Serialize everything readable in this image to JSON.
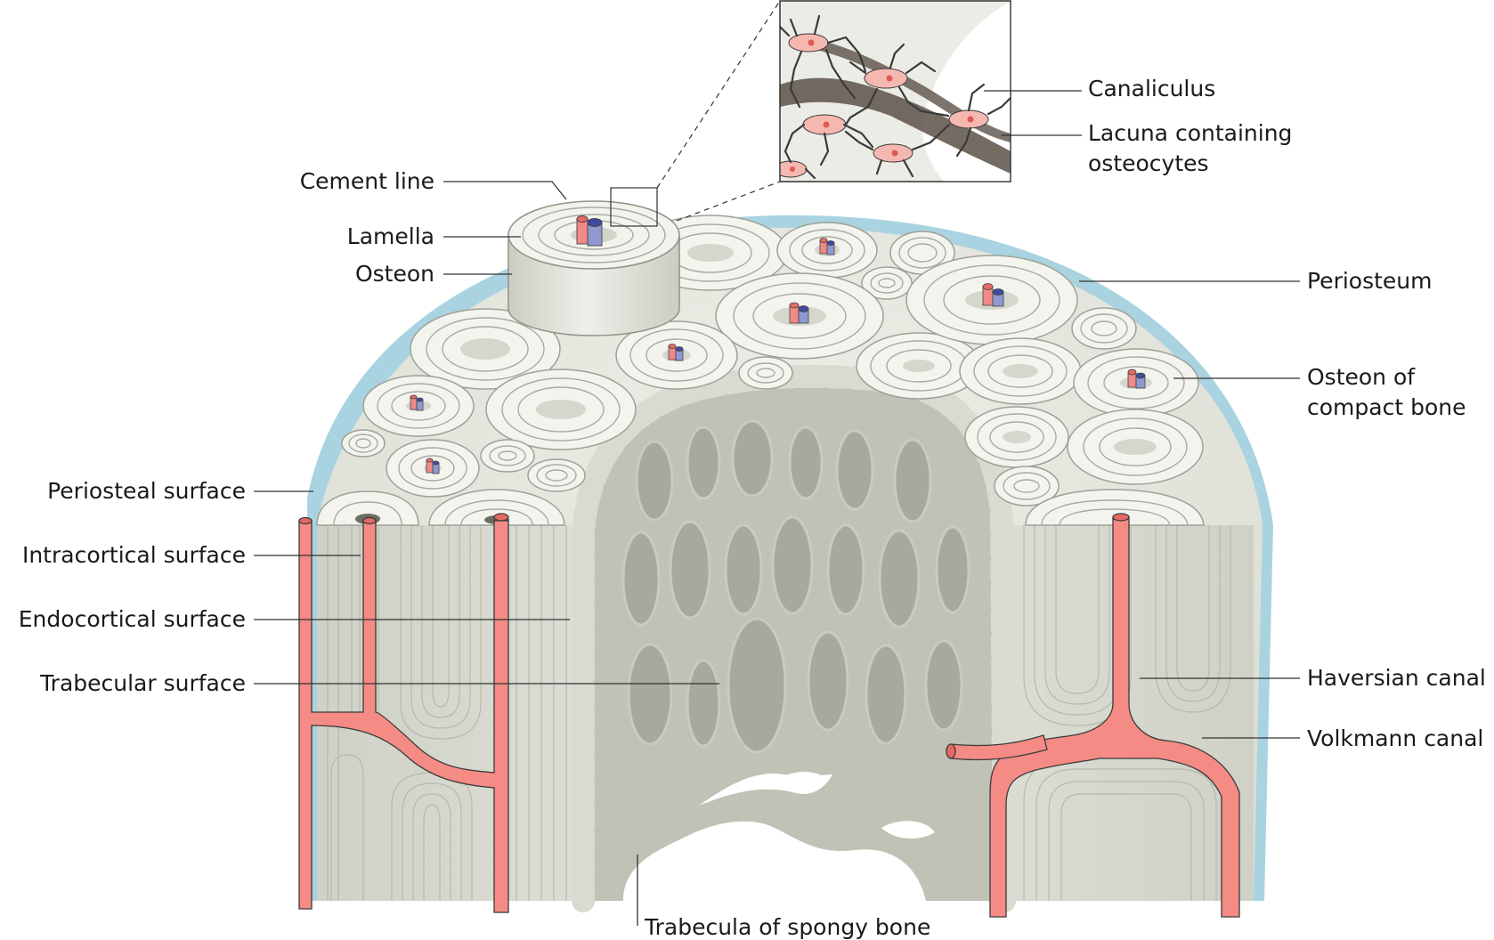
{
  "labels": {
    "cement_line": "Cement line",
    "lamella": "Lamella",
    "osteon": "Osteon",
    "canaliculus": "Canaliculus",
    "lacuna_line1": "Lacuna containing",
    "lacuna_line2": "osteocytes",
    "periosteum": "Periosteum",
    "osteon_compact_line1": "Osteon of",
    "osteon_compact_line2": "compact bone",
    "periosteal_surface": "Periosteal surface",
    "intracortical_surface": "Intracortical surface",
    "endocortical_surface": "Endocortical surface",
    "trabecular_surface": "Trabecular surface",
    "haversian_canal": "Haversian canal",
    "volkmann_canal": "Volkmann canal",
    "trabecula_spongy": "Trabecula of spongy bone"
  },
  "colors": {
    "bone": "#e4e5dd",
    "bone_side": "#d3d5ca",
    "spongy": "#b9bcaf",
    "periosteum": "#a9d3e0",
    "vessel": "#f08a86",
    "vein": "#5a66b0"
  }
}
